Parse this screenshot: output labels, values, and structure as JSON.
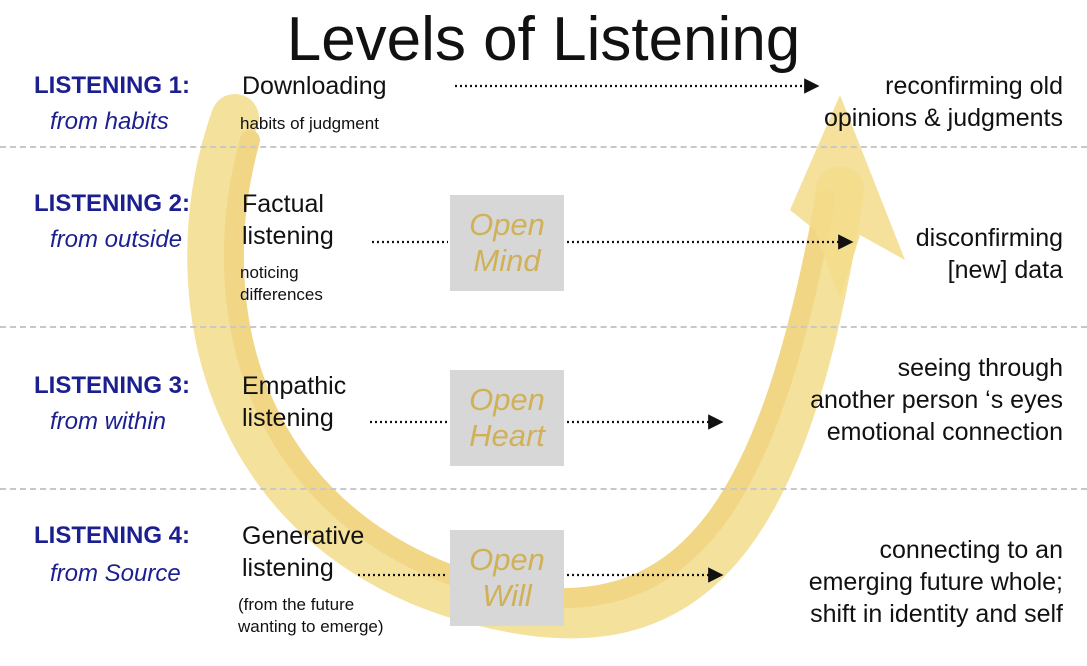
{
  "title": "Levels of Listening",
  "levels": [
    {
      "label": "LISTENING 1:",
      "source": "from habits",
      "main": [
        "Downloading"
      ],
      "sub": [
        "habits of judgment"
      ],
      "outcome": [
        "reconfirming old",
        "opinions & judgments"
      ]
    },
    {
      "label": "LISTENING 2:",
      "source": "from outside",
      "main": [
        "Factual",
        "listening"
      ],
      "sub": [
        "noticing",
        "differences"
      ],
      "open": [
        "Open",
        "Mind"
      ],
      "outcome": [
        "disconfirming",
        "[new] data"
      ]
    },
    {
      "label": "LISTENING 3:",
      "source": "from within",
      "main": [
        "Empathic",
        "listening"
      ],
      "sub": [],
      "open": [
        "Open",
        "Heart"
      ],
      "outcome": [
        "seeing through",
        "another person ‘s eyes",
        "emotional connection"
      ]
    },
    {
      "label": "LISTENING 4:",
      "source": "from Source",
      "main": [
        "Generative",
        "listening"
      ],
      "sub": [
        "(from the future",
        "wanting to emerge)"
      ],
      "open": [
        "Open",
        "Will"
      ],
      "outcome": [
        "connecting to an",
        "emerging future whole;",
        "shift in identity and self"
      ]
    }
  ],
  "colors": {
    "label": "#1b1f8f",
    "swoosh": "#f3dc8a",
    "open_text": "#d0b158",
    "open_box": "#d7d7d7",
    "divider": "#c8c8c8"
  }
}
